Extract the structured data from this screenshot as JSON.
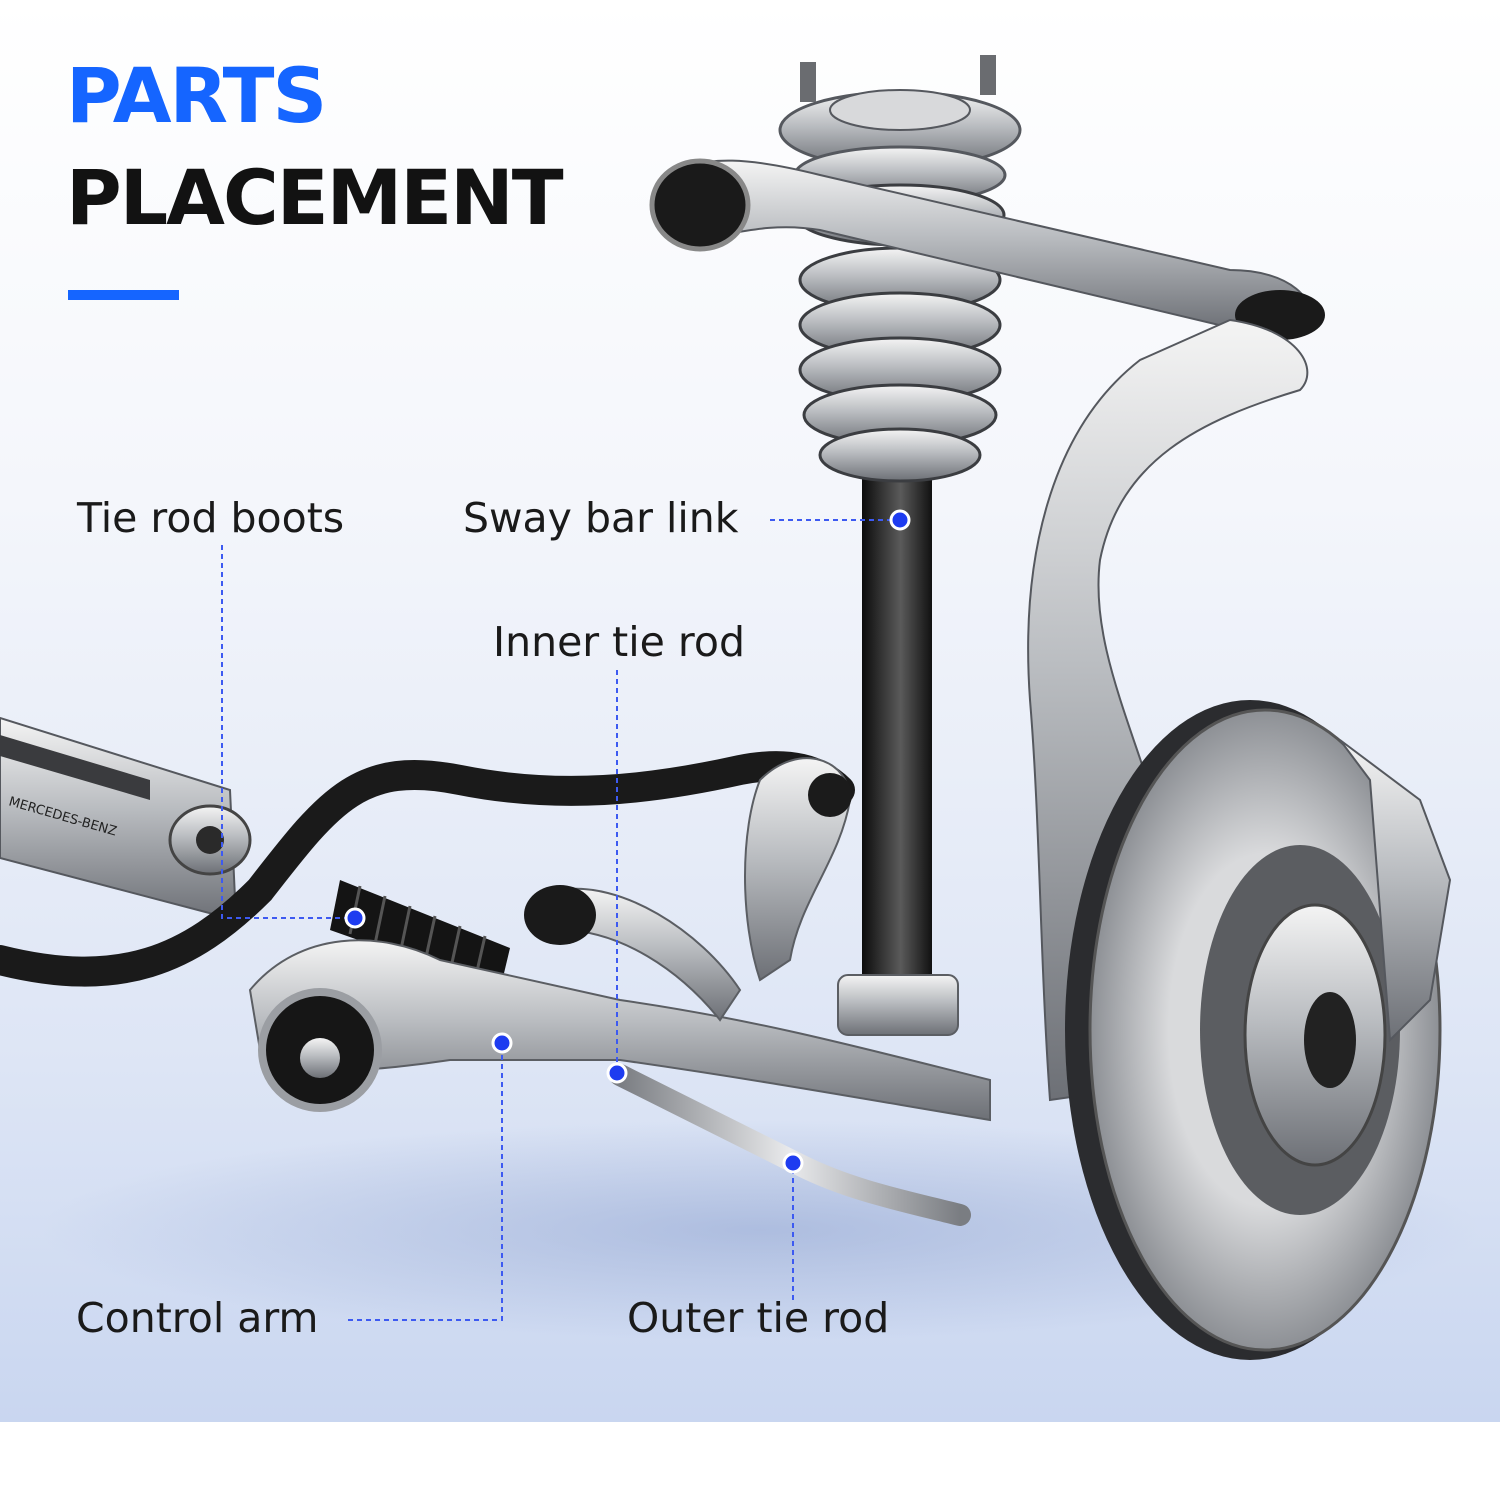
{
  "title": {
    "line1": "PARTS",
    "line2": "PLACEMENT",
    "line1_color": "#1565ff",
    "line2_color": "#121212",
    "underline_color": "#1565ff"
  },
  "callouts": [
    {
      "id": "tie-rod-boots",
      "label": "Tie rod boots"
    },
    {
      "id": "sway-bar-link",
      "label": "Sway bar link"
    },
    {
      "id": "inner-tie-rod",
      "label": "Inner tie rod"
    },
    {
      "id": "control-arm",
      "label": "Control arm"
    },
    {
      "id": "outer-tie-rod",
      "label": "Outer tie rod"
    }
  ],
  "illustration": {
    "steering_rack_text": "MERCEDES-BENZ"
  },
  "colors": {
    "accent": "#1565ff",
    "marker": "#1e3cf0",
    "leader": "#3d5af1",
    "background_top": "#ffffff",
    "background_bottom": "#c9d6f0"
  }
}
